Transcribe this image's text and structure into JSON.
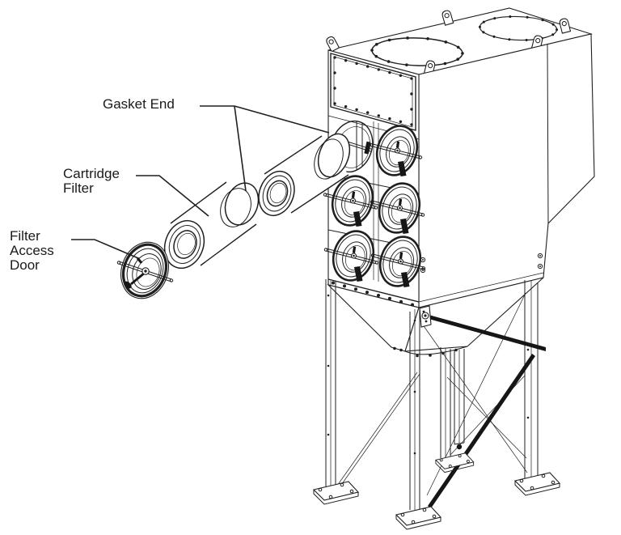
{
  "colors": {
    "background": "#ffffff",
    "line": "#1f1f1f"
  },
  "callouts": {
    "gasket_end": {
      "label": "Gasket End"
    },
    "cartridge_filter": {
      "label_line1": "Cartridge",
      "label_line2": "Filter"
    },
    "filter_access_door": {
      "label_line1": "Filter",
      "label_line2": "Access",
      "label_line3": "Door"
    }
  }
}
